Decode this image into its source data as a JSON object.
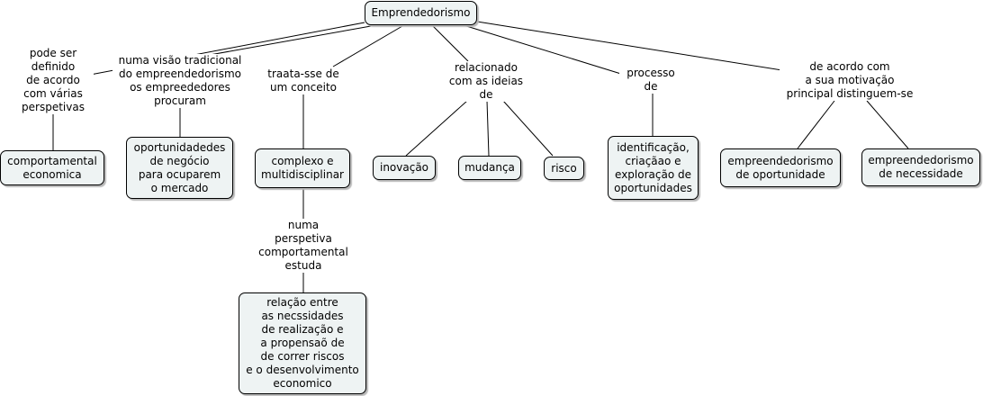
{
  "concepts": {
    "root": "Emprendedorismo",
    "comportamental": "comportamental\neconomica",
    "oportunidades_negocio": "oportunidadedes\nde negócio\npara ocuparem\no mercado",
    "complexo": "complexo e\nmultidisciplinar",
    "relacao": "relação entre\nas necssidades\nde realização e\na propensaõ de\nde correr riscos\ne o desenvolvimento\neconomico",
    "inovacao": "inovação",
    "mudanca": "mudança",
    "risco": "risco",
    "identificacao": "identificação,\ncriaçãao e\nexploração de\noportunidades",
    "emp_oportunidade": "empreendedorismo\nde oportunidade",
    "emp_necessidade": "empreendedorismo\nde necessidade"
  },
  "linking_phrases": {
    "pode_ser": "pode ser\ndefinido\nde acordo\ncom várias\nperspetivas",
    "numa_visao": "numa visão tradicional\ndo empreendedorismo\nos empreededores\nprocuram",
    "traata": "traata-sse de\num conceito",
    "numa_perspetiva": "numa\nperspetiva\ncomportamental\nestuda",
    "relacionado": "relacionado\ncom as ideias\nde",
    "processo": "processo\nde",
    "de_acordo": "de acordo com\na sua motivação\nprincipal distinguem-se"
  },
  "colors": {
    "node_fill": "#eef3f3",
    "node_border": "#000000",
    "link_line": "#000000"
  }
}
